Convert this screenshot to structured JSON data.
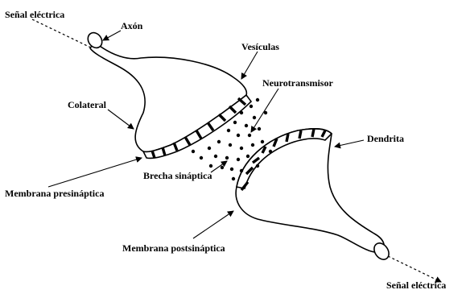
{
  "labels": {
    "senal_in": "Señal eléctrica",
    "axon": "Axón",
    "vesiculas": "Vesículas",
    "neurotransmisor": "Neurotransmisor",
    "colateral": "Colateral",
    "dendrita": "Dendrita",
    "brecha": "Brecha sináptica",
    "membrana_pre": "Membrana presináptica",
    "membrana_post": "Membrana postsináptica",
    "senal_out": "Señal eléctrica"
  }
}
